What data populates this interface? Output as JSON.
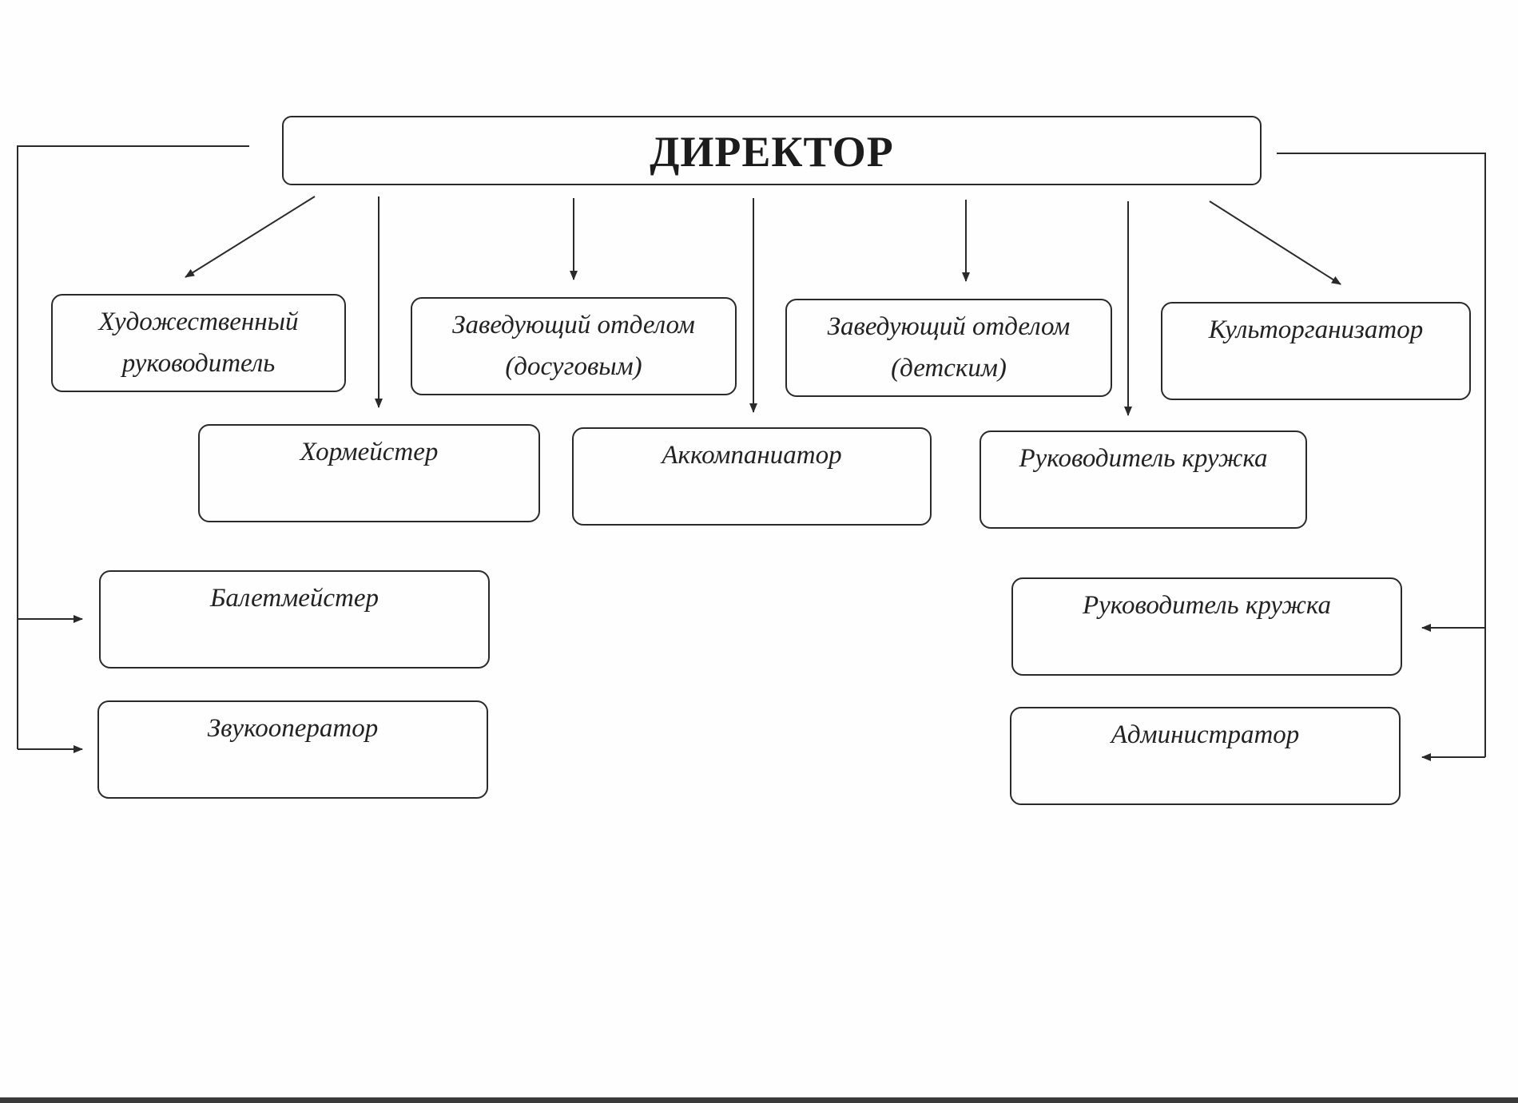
{
  "director": {
    "label": "ДИРЕКТОР"
  },
  "positions": {
    "art_director": {
      "line1": "Художественный",
      "line2": "руководитель"
    },
    "head_leisure": {
      "line1": "Заведующий отделом",
      "line2": "(досуговым)"
    },
    "head_children": {
      "line1": "Заведующий отделом",
      "line2": "(детским)"
    },
    "cultural_organizer": {
      "label": "Культорганизатор"
    },
    "choirmaster": {
      "label": "Хормейстер"
    },
    "accompanist": {
      "label": "Аккомпаниатор"
    },
    "circle_leader_1": {
      "label": "Руководитель кружка"
    },
    "ballet_master": {
      "label": "Балетмейстер"
    },
    "sound_operator": {
      "label": "Звукооператор"
    },
    "circle_leader_2": {
      "label": "Руководитель кружка"
    },
    "administrator": {
      "label": "Администратор"
    }
  }
}
